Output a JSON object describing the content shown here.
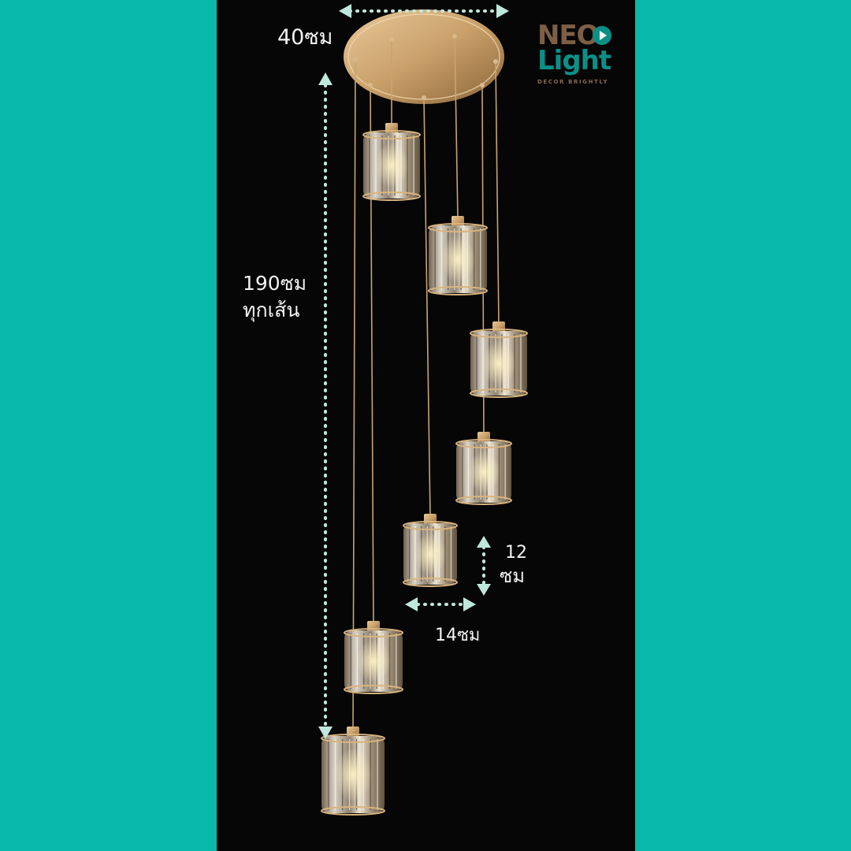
{
  "brand": {
    "name_top": "NEO",
    "name_bottom": "Light",
    "tagline": "DECOR BRIGHTLY"
  },
  "dimensions": {
    "canopy_diameter": "40ซม",
    "cord_length_line1": "190ซม",
    "cord_length_line2": "ทุกเส้น",
    "shade_height_line1": "12",
    "shade_height_line2": "ซม",
    "shade_width": "14ซม"
  },
  "product": {
    "pendant_count": 7
  },
  "colors": {
    "background": "#08b8a8",
    "panel": "#060606",
    "gold": "#c9a46b",
    "dimension_arrows": "#bfe7dc"
  }
}
